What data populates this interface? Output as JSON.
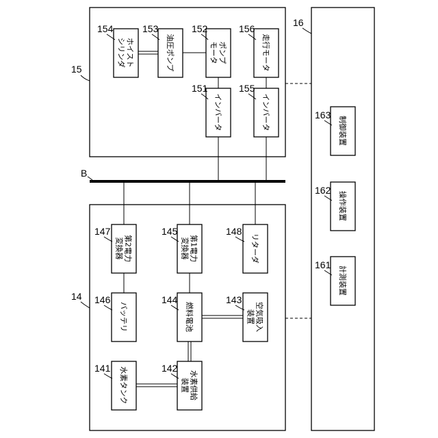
{
  "refs": {
    "r15": "15",
    "r14": "14",
    "r16": "16",
    "rB": "B",
    "r154": "154",
    "r153": "153",
    "r152": "152",
    "r156": "156",
    "r151": "151",
    "r155": "155",
    "r147": "147",
    "r145": "145",
    "r148": "148",
    "r146": "146",
    "r144": "144",
    "r143": "143",
    "r141": "141",
    "r142": "142",
    "r163": "163",
    "r162": "162",
    "r161": "161"
  },
  "labels": {
    "b154": [
      "ホイスト",
      "シリンダ"
    ],
    "b153": [
      "油圧ポンプ"
    ],
    "b152": [
      "ポンプ",
      "モータ"
    ],
    "b156": [
      "走行モータ"
    ],
    "b151": [
      "インバータ"
    ],
    "b155": [
      "インバータ"
    ],
    "b147": [
      "第2電力",
      "変換器"
    ],
    "b145": [
      "第1電力",
      "変換器"
    ],
    "b148": [
      "リターダ"
    ],
    "b146": [
      "バッテリ"
    ],
    "b144": [
      "燃料電池"
    ],
    "b143": [
      "空気吸入",
      "装置"
    ],
    "b141": [
      "水素タンク"
    ],
    "b142": [
      "水素供給",
      "装置"
    ],
    "b163": [
      "制御装置"
    ],
    "b162": [
      "操作装置"
    ],
    "b161": [
      "計測装置"
    ]
  }
}
